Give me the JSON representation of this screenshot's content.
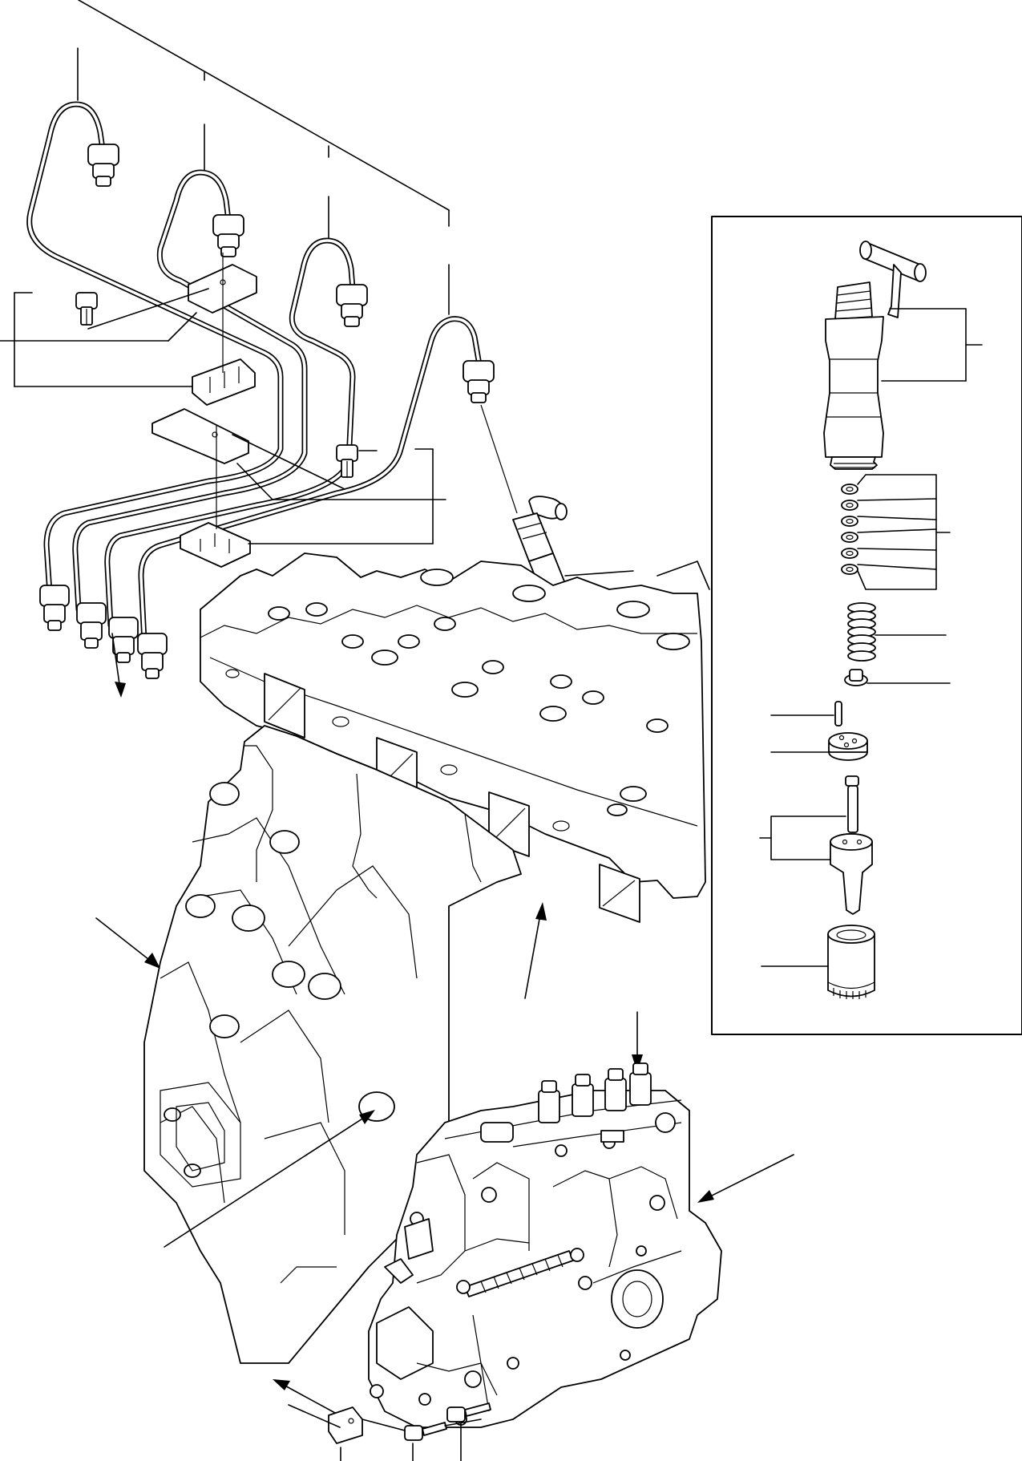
{
  "figure": {
    "kind": "exploded parts diagram",
    "line_color": "#000000",
    "background": "#ffffff",
    "icons": [
      "fuel-injection-lines",
      "fuel-injector",
      "cylinder-head",
      "engine-block",
      "fuel-injection-pump",
      "mounting-bracket",
      "cap-screw",
      "pipe-clamp"
    ]
  },
  "detail_box": {
    "components": [
      "leak-off-connector",
      "injector-body",
      "shim-washers",
      "spring",
      "spring-seat",
      "dowel-pin",
      "spacer-plate",
      "needle-valve-and-nozzle",
      "nozzle-retaining-nut"
    ],
    "shim_count": 6
  }
}
